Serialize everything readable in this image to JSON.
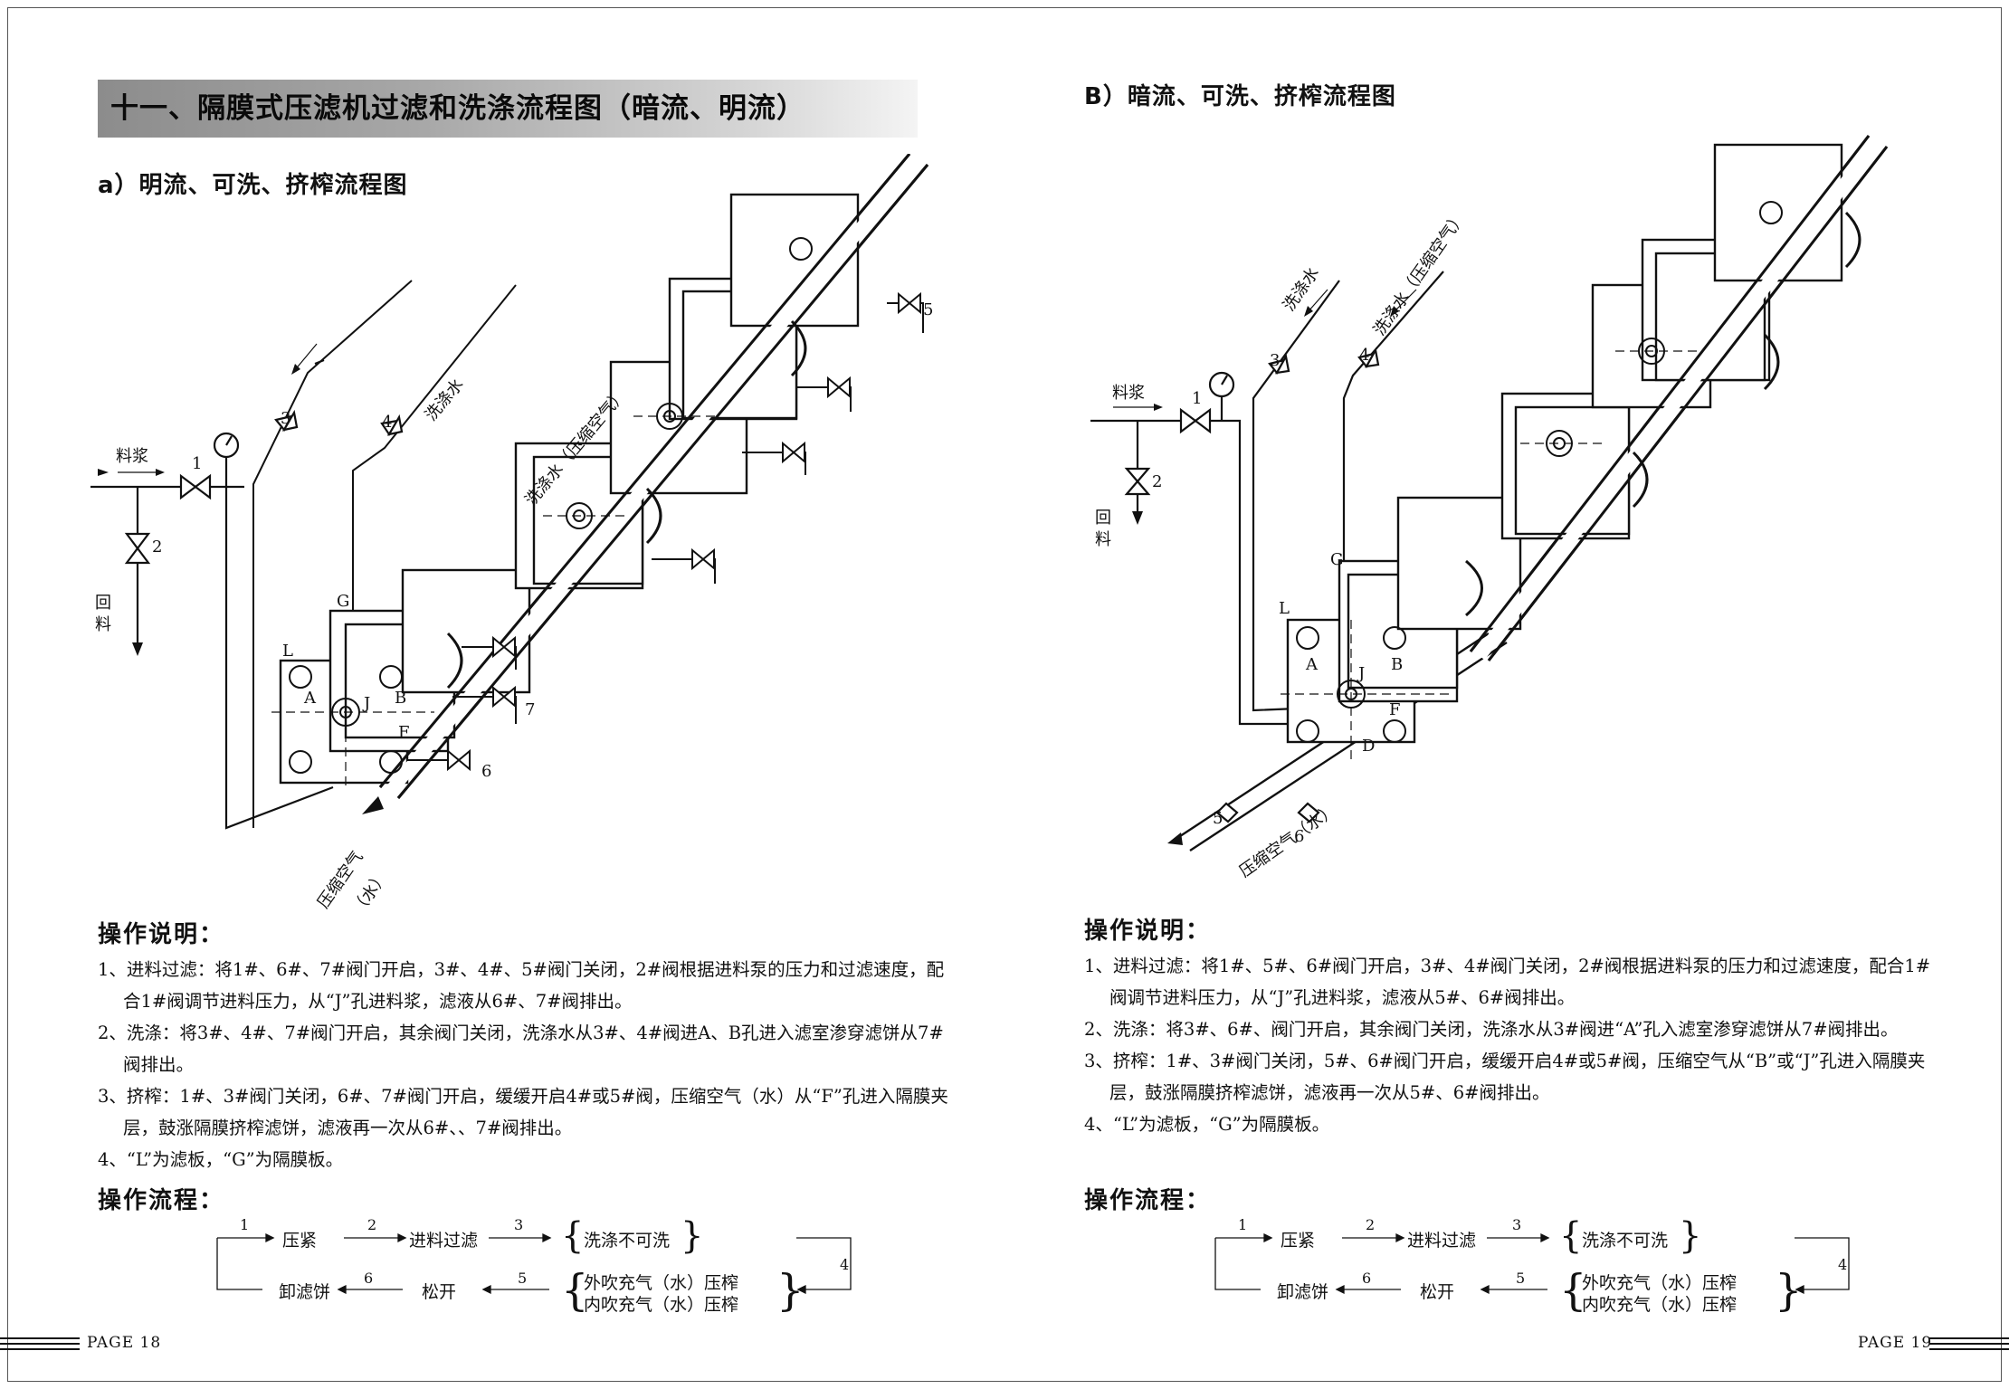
{
  "left": {
    "title": "十一、隔膜式压滤机过滤和洗涤流程图（暗流、明流）",
    "subtitle": "a）明流、可洗、挤榨流程图",
    "diagram": {
      "feed": "料浆",
      "return": [
        "回",
        "料"
      ],
      "wash_water": "洗涤水",
      "wash_water_air": "洗涤水（压缩空气）",
      "compressed": "压缩空气",
      "compressed2": "（水）",
      "valves": [
        "1",
        "2",
        "3",
        "4",
        "5",
        "6",
        "7"
      ],
      "plate_letters": [
        "L",
        "G",
        "A",
        "B",
        "J",
        "F"
      ]
    },
    "ops_heading": "操作说明：",
    "ops": [
      "1、进料过滤：将1#、6#、7#阀门开启，3#、4#、5#阀门关闭，2#阀根据进料泵的压力和过滤速度，配合1#阀调节进料压力，从“J”孔进料浆，滤液从6#、7#阀排出。",
      "2、洗涤：将3#、4#、7#阀门开启，其余阀门关闭，洗涤水从3#、4#阀进A、B孔进入滤室渗穿滤饼从7#阀排出。",
      "3、挤榨：1#、3#阀门关闭，6#、7#阀门开启，缓缓开启4#或5#阀，压缩空气（水）从“F”孔进入隔膜夹层，鼓涨隔膜挤榨滤饼，滤液再一次从6#、、7#阀排出。",
      "4、“L”为滤板，“G”为隔膜板。"
    ],
    "flow_heading": "操作流程：",
    "page": "PAGE 18"
  },
  "right": {
    "title": "B）暗流、可洗、挤榨流程图",
    "diagram": {
      "feed": "料浆",
      "return": [
        "回",
        "料"
      ],
      "wash_water": "洗涤水",
      "wash_water_air": "洗涤水（压缩空气）",
      "compressed": "压缩空气（水）",
      "valves": [
        "1",
        "2",
        "3",
        "4",
        "5",
        "6"
      ],
      "plate_letters": [
        "L",
        "G",
        "A",
        "B",
        "J",
        "F",
        "D"
      ]
    },
    "ops_heading": "操作说明：",
    "ops": [
      "1、进料过滤：将1#、5#、6#阀门开启，3#、4#阀门关闭，2#阀根据进料泵的压力和过滤速度，配合1#阀调节进料压力，从“J”孔进料浆，滤液从5#、6#阀排出。",
      "2、洗涤：将3#、6#、阀门开启，其余阀门关闭，洗涤水从3#阀进“A”孔入滤室渗穿滤饼从7#阀排出。",
      "3、挤榨：1#、3#阀门关闭，5#、6#阀门开启，缓缓开启4#或5#阀，压缩空气从“B”或“J”孔进入隔膜夹层，鼓涨隔膜挤榨滤饼，滤液再一次从5#、6#阀排出。",
      "4、“L”为滤板，“G”为隔膜板。"
    ],
    "flow_heading": "操作流程：",
    "page": "PAGE 19"
  },
  "flow": {
    "steps": [
      "压紧",
      "进料过滤",
      "洗涤不可洗",
      "外吹充气（水）压榨",
      "内吹充气（水）压榨",
      "松开",
      "卸滤饼"
    ],
    "nums": [
      "1",
      "2",
      "3",
      "4",
      "5",
      "6"
    ]
  }
}
